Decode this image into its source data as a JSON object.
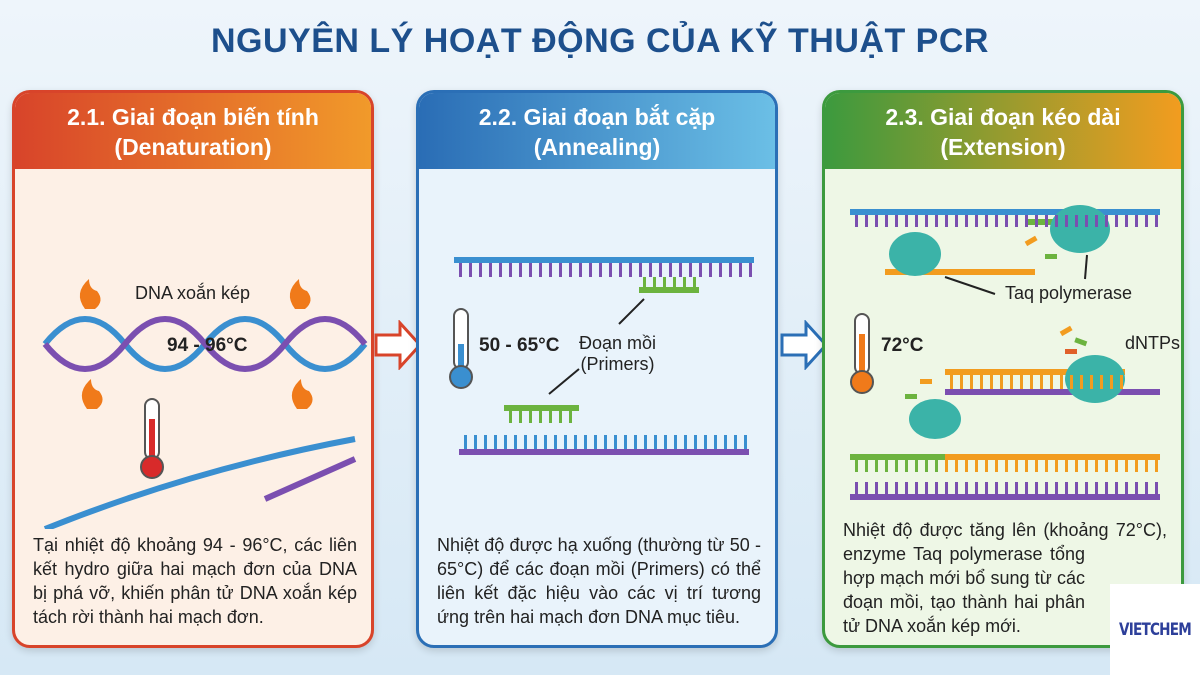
{
  "title": "NGUYÊN LÝ HOẠT ĐỘNG CỦA KỸ THUẬT PCR",
  "stages": [
    {
      "title_line1": "2.1. Giai đoạn biến tính",
      "title_line2": "(Denaturation)",
      "temperature": "94 - 96°C",
      "label": "DNA xoắn kép",
      "description": "Tại nhiệt độ khoảng 94 - 96°C, các liên kết hydro giữa hai mạch đơn của DNA bị phá vỡ, khiến phân tử DNA xoắn kép tách rời thành hai mạch đơn."
    },
    {
      "title_line1": "2.2. Giai đoạn bắt cặp",
      "title_line2": "(Annealing)",
      "temperature": "50 - 65°C",
      "label_line1": "Đoạn mồi",
      "label_line2": "(Primers)",
      "description": "Nhiệt độ được hạ xuống (thường từ 50 - 65°C) để các đoạn mồi (Primers) có thể liên kết đặc hiệu vào các vị trí tương ứng trên hai mạch đơn DNA mục tiêu."
    },
    {
      "title_line1": "2.3. Giai đoạn kéo dài",
      "title_line2": "(Extension)",
      "temperature": "72°C",
      "label_enzyme": "Taq polymerase",
      "label_dntp": "dNTPs",
      "description": "Nhiệt độ được tăng lên (khoảng 72°C), enzyme Taq polymerase tổng hợp mạch mới bổ sung từ các đoạn mồi, tạo thành hai phân tử DNA xoắn kép mới."
    }
  ],
  "logo": "VIETCHEM",
  "colors": {
    "denaturation": "#d8442a",
    "annealing": "#2b6fb6",
    "extension": "#3c9a3e",
    "strand_blue": "#3a8fd0",
    "strand_purple": "#7b4fb0",
    "primer_green": "#6cb33f",
    "new_orange": "#f29c1f"
  }
}
